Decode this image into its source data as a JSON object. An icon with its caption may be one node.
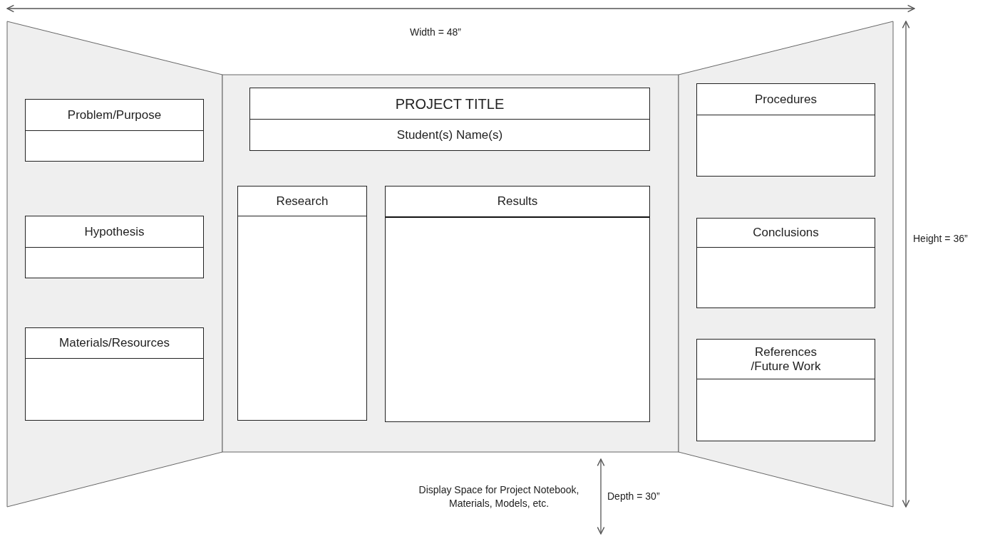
{
  "diagram": {
    "nodes": [
      {
        "text": [],
        "shape": "trapezoid"
      },
      {
        "text": [
          "Problem/Purpose"
        ],
        "in": 0
      },
      {
        "text": [
          "Hypothesis"
        ],
        "in": 0
      },
      {
        "text": [
          "Materials/Resources"
        ],
        "in": 0
      },
      {
        "text": [],
        "shape": "box"
      },
      {
        "text": [
          "PROJECT TITLE",
          "Student(s) Name(s)"
        ],
        "in": 4
      },
      {
        "text": [
          "Research"
        ],
        "in": 4
      },
      {
        "text": [
          "Results"
        ],
        "in": 4
      },
      {
        "text": [],
        "shape": "trapezoid"
      },
      {
        "text": [
          "Procedures"
        ],
        "in": 8
      },
      {
        "text": [
          "Conclusions"
        ],
        "in": 8
      },
      {
        "text": [
          "References /Future Work"
        ],
        "in": 8
      }
    ],
    "labels": [
      "Width = 48”",
      "Height = 36”",
      "Display Space for Project Notebook, Materials, Models, etc.",
      "Depth = 30”"
    ]
  }
}
